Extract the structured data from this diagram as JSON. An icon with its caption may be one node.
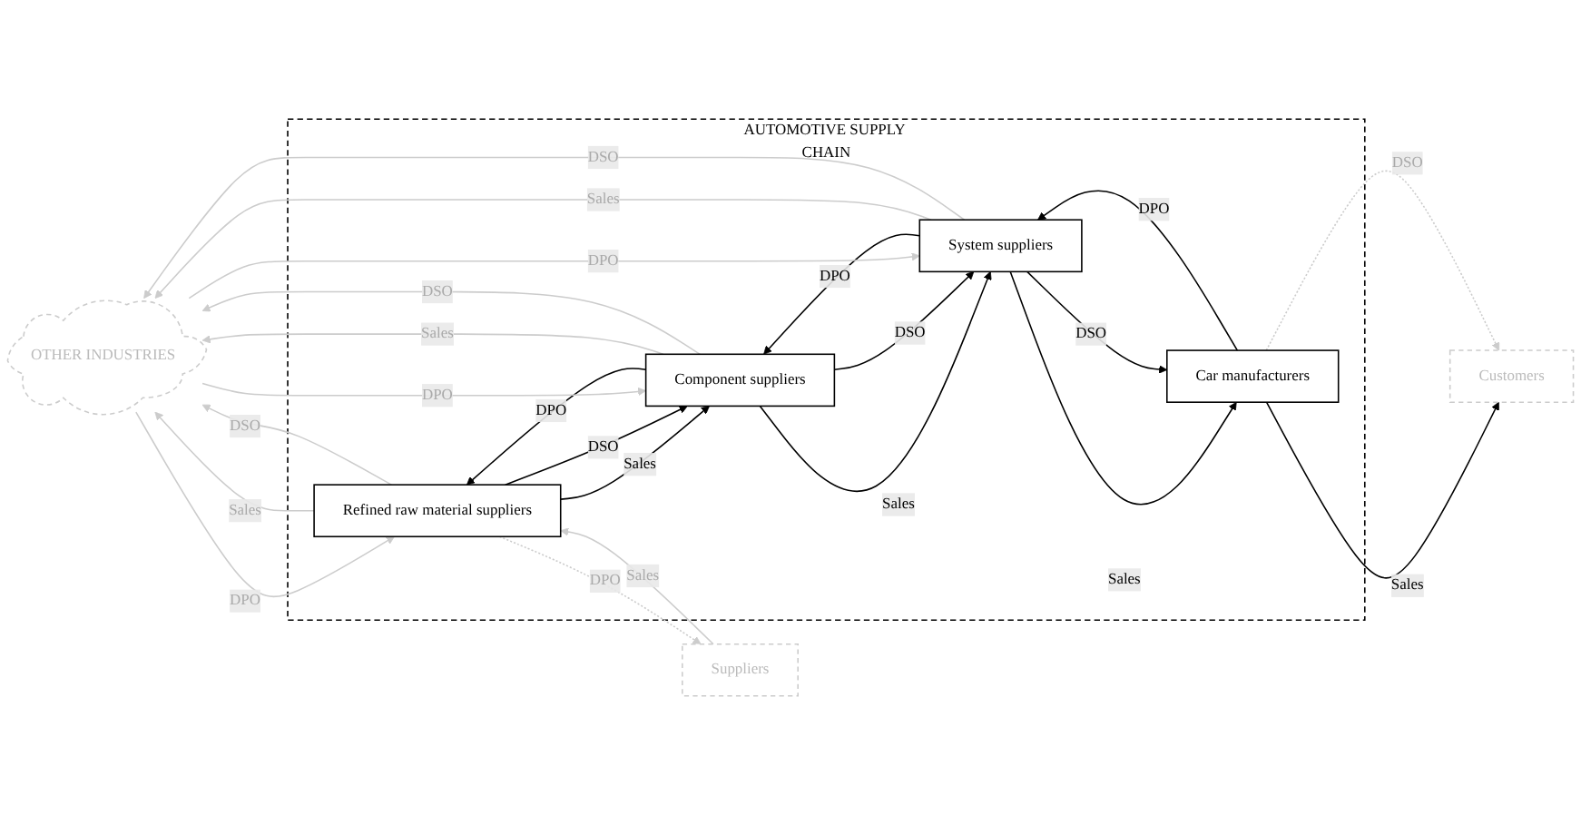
{
  "diagram": {
    "nodes": [
      {
        "text": [
          "OTHER INDUSTRIES"
        ]
      },
      {
        "text": [
          "Suppliers"
        ]
      },
      {
        "text": [
          "AUTOMOTIVE SUPPLY CHAIN"
        ]
      },
      {
        "text": [
          "Refined raw material suppliers"
        ],
        "in": 2
      },
      {
        "text": [
          "Component suppliers"
        ],
        "in": 2
      },
      {
        "text": [
          "System suppliers"
        ],
        "in": 2
      },
      {
        "text": [
          "Car manufacturers"
        ],
        "in": 2
      },
      {
        "text": [
          "Customers"
        ]
      }
    ],
    "edges": [
      {
        "from": 1,
        "to": 3,
        "arrow": "to",
        "label": "Sales",
        "color": "#cccccc"
      },
      {
        "from": 3,
        "to": 1,
        "arrow": "to",
        "label": "DPO",
        "style": "dashed",
        "color": "#cccccc"
      },
      {
        "from": 3,
        "to": 0,
        "arrow": "to",
        "label": "Sales",
        "color": "#cccccc"
      },
      {
        "from": 0,
        "to": 3,
        "arrow": "to",
        "label": "DPO",
        "color": "#cccccc"
      },
      {
        "from": 3,
        "to": 0,
        "arrow": "to",
        "label": "DSO",
        "color": "#cccccc"
      },
      {
        "from": 3,
        "to": 4,
        "arrow": "to",
        "label": "Sales",
        "color": "#000000"
      },
      {
        "from": 4,
        "to": 3,
        "arrow": "to",
        "label": "DPO",
        "color": "#000000"
      },
      {
        "from": 3,
        "to": 4,
        "arrow": "to",
        "label": "DSO",
        "color": "#000000"
      },
      {
        "from": 4,
        "to": 0,
        "arrow": "to",
        "label": "Sales",
        "color": "#cccccc"
      },
      {
        "from": 0,
        "to": 4,
        "arrow": "to",
        "label": "DPO",
        "color": "#cccccc"
      },
      {
        "from": 4,
        "to": 0,
        "arrow": "to",
        "label": "DSO",
        "color": "#cccccc"
      },
      {
        "from": 4,
        "to": 5,
        "arrow": "to",
        "label": "Sales",
        "color": "#000000"
      },
      {
        "from": 5,
        "to": 4,
        "arrow": "to",
        "label": "DPO",
        "color": "#000000"
      },
      {
        "from": 4,
        "to": 5,
        "arrow": "to",
        "label": "DSO",
        "color": "#000000"
      },
      {
        "from": 5,
        "to": 0,
        "arrow": "to",
        "label": "Sales",
        "color": "#cccccc"
      },
      {
        "from": 0,
        "to": 5,
        "arrow": "to",
        "label": "DPO",
        "color": "#cccccc"
      },
      {
        "from": 5,
        "to": 0,
        "arrow": "to",
        "label": "DSO",
        "color": "#cccccc"
      },
      {
        "from": 5,
        "to": 6,
        "arrow": "to",
        "label": "Sales",
        "color": "#000000"
      },
      {
        "from": 6,
        "to": 5,
        "arrow": "to",
        "label": "DPO",
        "color": "#000000"
      },
      {
        "from": 5,
        "to": 6,
        "arrow": "to",
        "label": "DSO",
        "color": "#000000"
      },
      {
        "from": 6,
        "to": 7,
        "arrow": "to",
        "label": "Sales",
        "color": "#000000"
      },
      {
        "from": 6,
        "to": 7,
        "arrow": "to",
        "label": "DSO",
        "style": "dashed",
        "color": "#cccccc"
      }
    ]
  }
}
